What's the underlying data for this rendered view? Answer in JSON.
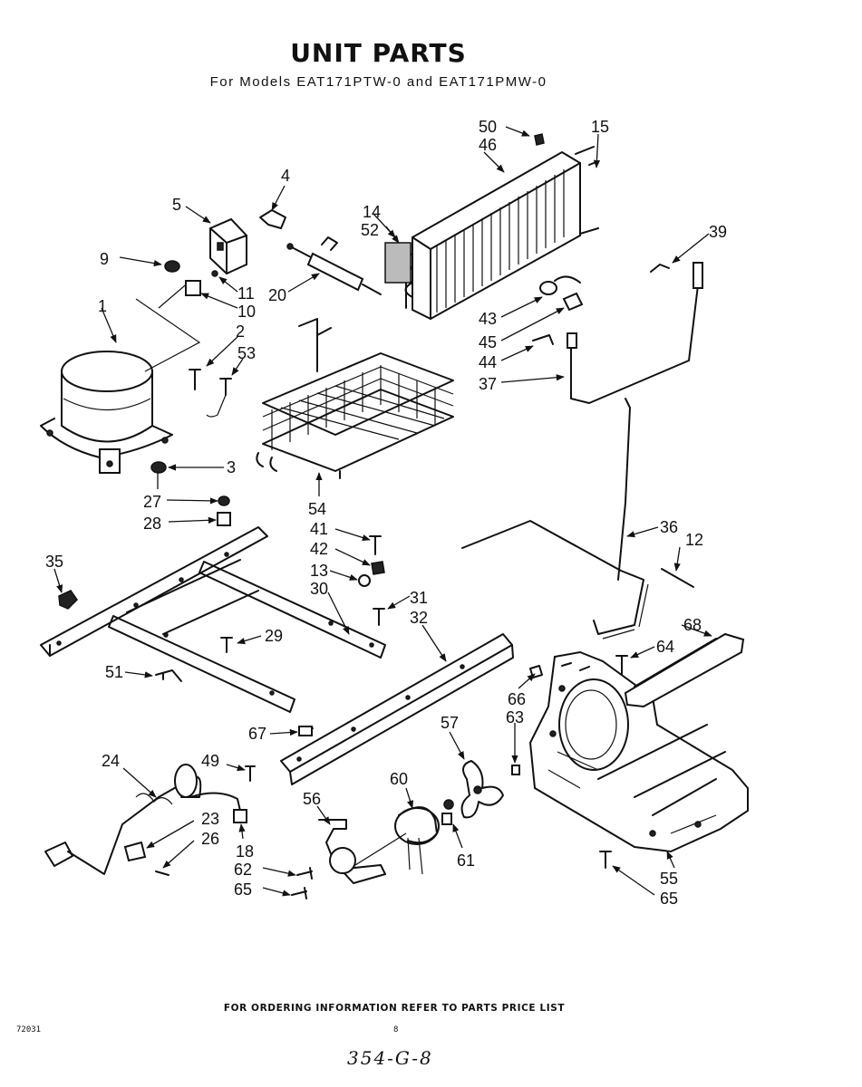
{
  "header": {
    "title": "UNIT PARTS",
    "subtitle": "For Models EAT171PTW-0 and EAT171PMW-0"
  },
  "footer": {
    "ordering_note": "FOR ORDERING INFORMATION REFER TO PARTS PRICE LIST",
    "code": "72031",
    "page_number": "8",
    "handwritten_note": "354-G-8"
  },
  "callouts": [
    "1",
    "2",
    "3",
    "4",
    "5",
    "9",
    "10",
    "11",
    "12",
    "13",
    "14",
    "15",
    "18",
    "20",
    "23",
    "24",
    "26",
    "27",
    "28",
    "29",
    "30",
    "31",
    "32",
    "35",
    "36",
    "37",
    "39",
    "41",
    "42",
    "43",
    "44",
    "45",
    "46",
    "49",
    "50",
    "51",
    "52",
    "53",
    "54",
    "55",
    "56",
    "57",
    "60",
    "61",
    "62",
    "63",
    "64",
    "65",
    "66",
    "67",
    "68"
  ]
}
